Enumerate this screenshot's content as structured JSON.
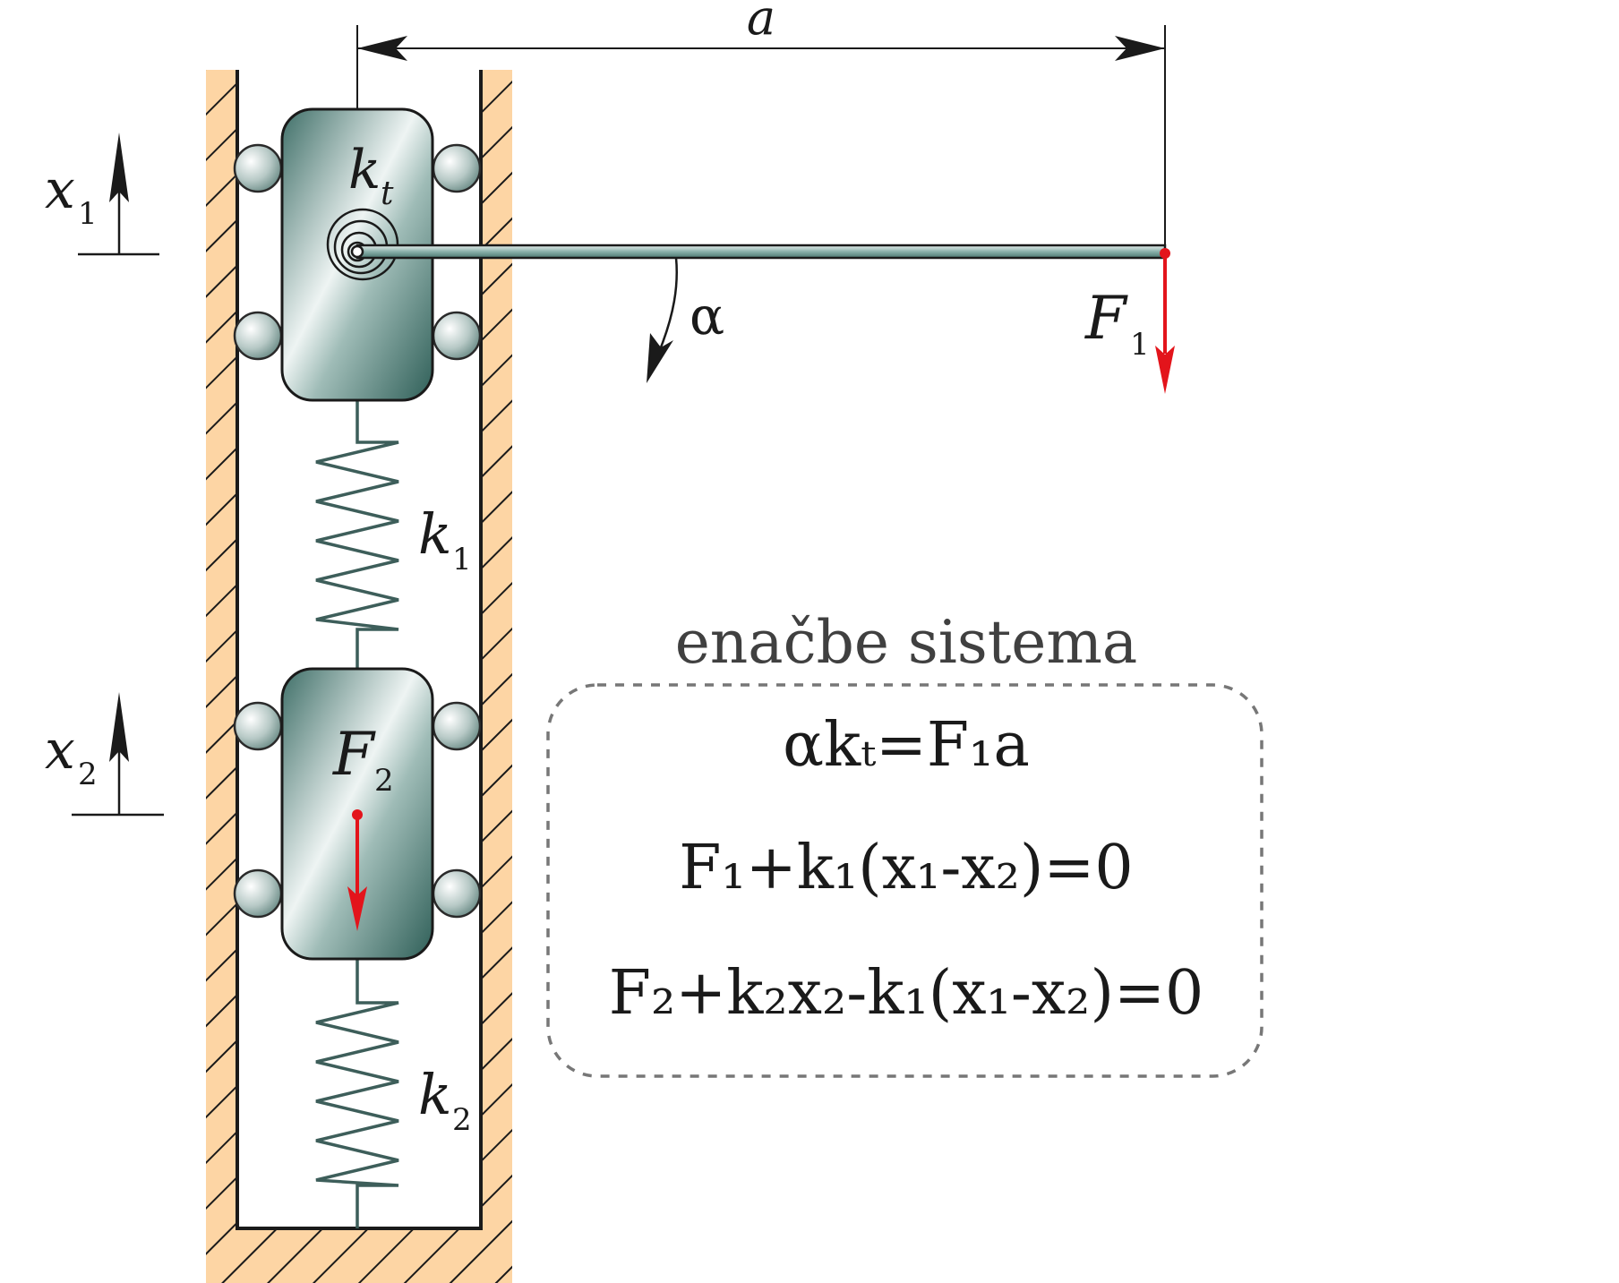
{
  "labels": {
    "dimension_a": "a",
    "kt": "k",
    "kt_sub": "t",
    "x1": "x",
    "x1_sub": "1",
    "x2": "x",
    "x2_sub": "2",
    "alpha": "α",
    "F1": "F",
    "F1_sub": "1",
    "F2": "F",
    "F2_sub": "2",
    "k1": "k",
    "k1_sub": "1",
    "k2": "k",
    "k2_sub": "2"
  },
  "equations": {
    "title": "enačbe sistema",
    "eq1": "αkₜ=F₁a",
    "eq2": "F₁+k₁(x₁-x₂)=0",
    "eq3": "F₂+k₂x₂-k₁(x₁-x₂)=0"
  },
  "colors": {
    "wall_fill": "#fdd5a4",
    "mass_dark": "#4e7b74",
    "mass_light": "#f2f6f5",
    "force_arrow": "#e3141b",
    "roller": "#b9c9c7",
    "dashed_box": "#777777"
  }
}
